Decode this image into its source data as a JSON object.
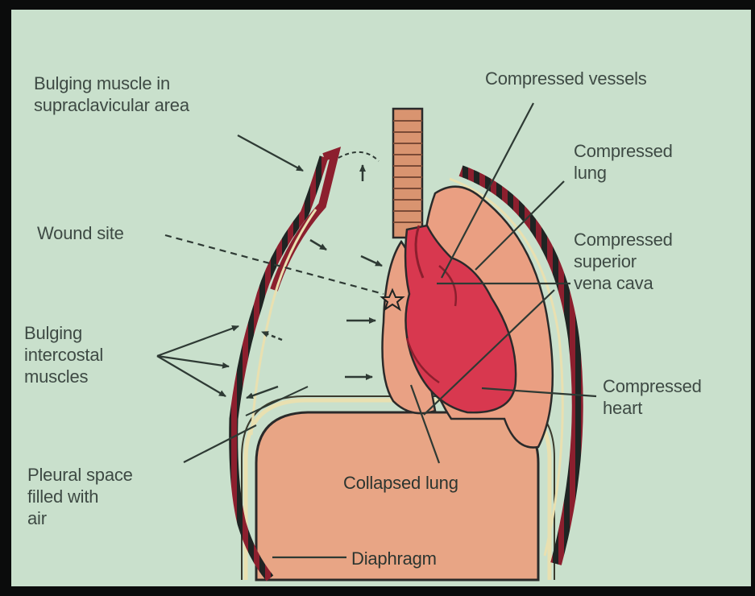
{
  "labels": {
    "bulging_muscle_supraclavicular": "Bulging muscle in\nsupraclavicular area",
    "compressed_vessels": "Compressed vessels",
    "compressed_lung": "Compressed\nlung",
    "wound_site": "Wound site",
    "compressed_svc": "Compressed\nsuperior\nvena cava",
    "bulging_intercostal": "Bulging\nintercostal\nmuscles",
    "compressed_heart": "Compressed\nheart",
    "pleural_space": "Pleural space\nfilled with\nair",
    "collapsed_lung": "Collapsed lung",
    "diaphragm": "Diaphragm"
  },
  "colors": {
    "background": "#c9e0cc",
    "frame": "#0b0c0c",
    "lung": "#e9a184",
    "heart": "#d8384f",
    "trachea": "#d99470",
    "chest_wall": "#8c1f2e",
    "text": "#3e4a44"
  }
}
